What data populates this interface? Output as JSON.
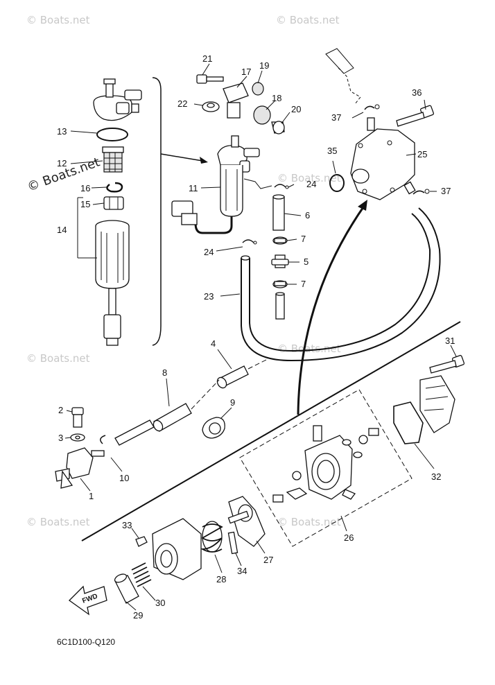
{
  "watermark": "© Boats.net",
  "diagram_code": "6C1D100-Q120",
  "fwd_label": "FWD",
  "callouts": {
    "c1": "1",
    "c2": "2",
    "c3": "3",
    "c4": "4",
    "c5": "5",
    "c6": "6",
    "c7a": "7",
    "c7b": "7",
    "c8": "8",
    "c9": "9",
    "c10": "10",
    "c11": "11",
    "c12": "12",
    "c13": "13",
    "c14": "14",
    "c15": "15",
    "c16": "16",
    "c17": "17",
    "c18": "18",
    "c19": "19",
    "c20": "20",
    "c21": "21",
    "c22": "22",
    "c23": "23",
    "c24a": "24",
    "c24b": "24",
    "c25": "25",
    "c26": "26",
    "c27": "27",
    "c28": "28",
    "c29": "29",
    "c30": "30",
    "c31": "31",
    "c32": "32",
    "c33": "33",
    "c34": "34",
    "c35": "35",
    "c36": "36",
    "c37a": "37",
    "c37b": "37"
  }
}
